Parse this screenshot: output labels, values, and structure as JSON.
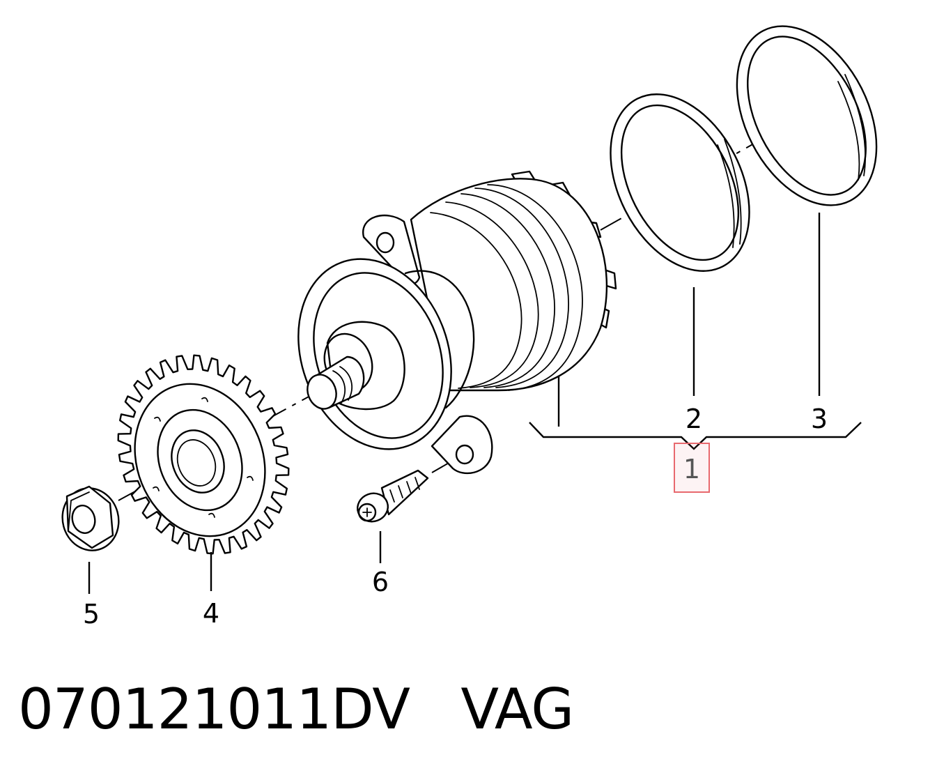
{
  "callouts": {
    "c1": "1",
    "c2": "2",
    "c3": "3",
    "c4": "4",
    "c5": "5",
    "c6": "6"
  },
  "caption": {
    "part_number": "070121011DV",
    "brand": "VAG"
  },
  "highlight": {
    "target": "1",
    "color": "#e8696e"
  },
  "parts": [
    {
      "callout": "1",
      "icon": "water-pump-icon"
    },
    {
      "callout": "2",
      "icon": "seal-ring-icon"
    },
    {
      "callout": "3",
      "icon": "seal-ring-icon"
    },
    {
      "callout": "4",
      "icon": "gear-icon"
    },
    {
      "callout": "5",
      "icon": "hex-nut-icon"
    },
    {
      "callout": "6",
      "icon": "bolt-icon"
    }
  ]
}
